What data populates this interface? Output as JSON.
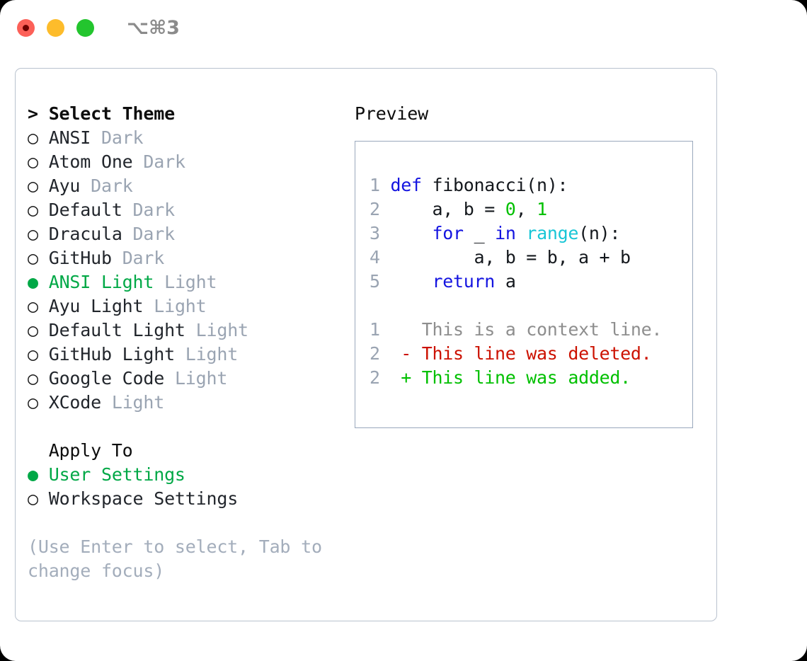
{
  "titlebar": {
    "dots": [
      {
        "name": "close-button",
        "color": "#fc6058"
      },
      {
        "name": "minimize-button",
        "color": "#fdbc2b"
      },
      {
        "name": "maximize-button",
        "color": "#23c52e"
      }
    ],
    "shortcut": "⌥⌘3"
  },
  "colors": {
    "accent_green": "#00a846",
    "muted": "#9aa4b2",
    "text": "#22262c",
    "panel_border": "#b9c2ce",
    "preview_border": "#9aa8bd",
    "keyword_blue": "#1414e0",
    "number_green": "#00c000",
    "function_cyan": "#18c6d6",
    "diff_delete": "#cc1100",
    "diff_add": "#00c000",
    "diff_context": "#8e8e8e"
  },
  "theme_list": {
    "header_prefix": "> ",
    "header": "Select Theme",
    "marker_selected": "●",
    "marker_unselected": "○",
    "items": [
      {
        "name": "ANSI",
        "variant": "Dark",
        "selected": false
      },
      {
        "name": "Atom One",
        "variant": "Dark",
        "selected": false
      },
      {
        "name": "Ayu",
        "variant": "Dark",
        "selected": false
      },
      {
        "name": "Default",
        "variant": "Dark",
        "selected": false
      },
      {
        "name": "Dracula",
        "variant": "Dark",
        "selected": false
      },
      {
        "name": "GitHub",
        "variant": "Dark",
        "selected": false
      },
      {
        "name": "ANSI Light",
        "variant": "Light",
        "selected": true
      },
      {
        "name": "Ayu Light",
        "variant": "Light",
        "selected": false
      },
      {
        "name": "Default Light",
        "variant": "Light",
        "selected": false
      },
      {
        "name": "GitHub Light",
        "variant": "Light",
        "selected": false
      },
      {
        "name": "Google Code",
        "variant": "Light",
        "selected": false
      },
      {
        "name": "XCode",
        "variant": "Light",
        "selected": false
      }
    ]
  },
  "apply_to": {
    "title": "Apply To",
    "options": [
      {
        "label": "User Settings",
        "selected": true
      },
      {
        "label": "Workspace Settings",
        "selected": false
      }
    ]
  },
  "hint": "(Use Enter to select, Tab to change focus)",
  "preview": {
    "title": "Preview",
    "code_lines": [
      {
        "number": "1",
        "tokens": [
          {
            "text": "def ",
            "cls": "kw"
          },
          {
            "text": "fibonacci(n):",
            "cls": "pl"
          }
        ]
      },
      {
        "number": "2",
        "tokens": [
          {
            "text": "    a, b = ",
            "cls": "pl"
          },
          {
            "text": "0",
            "cls": "num"
          },
          {
            "text": ", ",
            "cls": "pl"
          },
          {
            "text": "1",
            "cls": "num"
          }
        ]
      },
      {
        "number": "3",
        "tokens": [
          {
            "text": "    ",
            "cls": "pl"
          },
          {
            "text": "for",
            "cls": "kw"
          },
          {
            "text": " _ ",
            "cls": "pl"
          },
          {
            "text": "in",
            "cls": "kw"
          },
          {
            "text": " ",
            "cls": "pl"
          },
          {
            "text": "range",
            "cls": "fn"
          },
          {
            "text": "(n):",
            "cls": "pl"
          }
        ]
      },
      {
        "number": "4",
        "tokens": [
          {
            "text": "        a, b = b, a + b",
            "cls": "pl"
          }
        ]
      },
      {
        "number": "5",
        "tokens": [
          {
            "text": "    ",
            "cls": "pl"
          },
          {
            "text": "return",
            "cls": "kw"
          },
          {
            "text": " a",
            "cls": "pl"
          }
        ]
      }
    ],
    "diff_lines": [
      {
        "number": "1",
        "sign": "  ",
        "text": "This is a context line.",
        "kind": "context"
      },
      {
        "number": "2",
        "sign": "- ",
        "text": "This line was deleted.",
        "kind": "delete"
      },
      {
        "number": "2",
        "sign": "+ ",
        "text": "This line was added.",
        "kind": "add"
      }
    ]
  }
}
